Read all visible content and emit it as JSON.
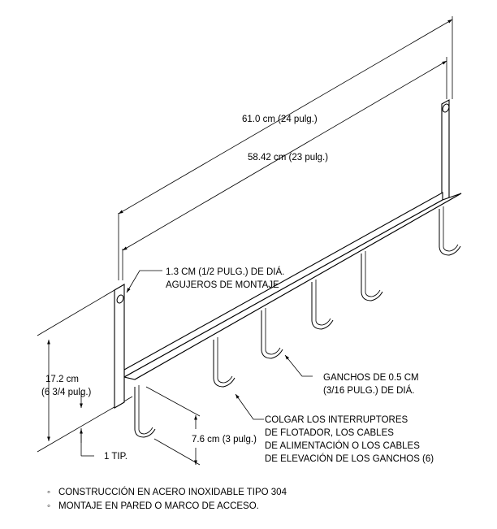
{
  "dimensions": {
    "overall_length": "61.0 cm (24 pulg.)",
    "hook_span": "58.42 cm (23 pulg.)",
    "height_cm": "17.2 cm",
    "height_in": "(6 3/4 pulg.)",
    "hook_depth": "7.6 cm (3 pulg.)",
    "typical": "1 TIP."
  },
  "callouts": {
    "mounting_holes": [
      "1.3 CM (1/2 PULG.) DE DIÁ.",
      "AGUJEROS DE MONTAJE"
    ],
    "hooks_diameter": [
      "GANCHOS DE 0.5 CM",
      "(3/16 PULG.) DE DIÁ."
    ],
    "hang_instructions": [
      "COLGAR LOS INTERRUPTORES",
      "DE FLOTADOR, LOS CABLES",
      "DE ALIMENTACIÓN O LOS CABLES",
      "DE ELEVACIÓN DE LOS GANCHOS (6)"
    ]
  },
  "notes": [
    {
      "bullet": "◦",
      "text": "CONSTRUCCIÓN EN ACERO INOXIDABLE TIPO 304"
    },
    {
      "bullet": "◦",
      "text": "MONTAJE EN PARED O MARCO DE ACCESO."
    }
  ]
}
